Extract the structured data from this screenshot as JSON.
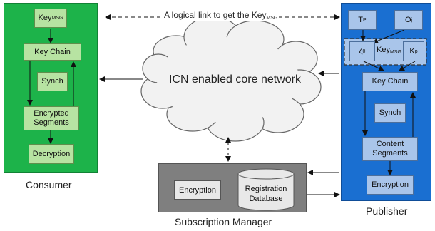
{
  "link_label": {
    "text": "A logical link to get the Key",
    "sub": "MSG"
  },
  "consumer": {
    "title": "Consumer",
    "key_msg": {
      "text": "Key",
      "sub": "MSG"
    },
    "key_chain": "Key Chain",
    "synch": "Synch",
    "encrypted_segments": "Encrypted Segments",
    "decryption": "Decryption"
  },
  "network": {
    "label": "ICN enabled core network"
  },
  "publisher": {
    "title": "Publisher",
    "tp": {
      "text": "T",
      "sub": "P"
    },
    "oj": {
      "text": "O",
      "sub": "j"
    },
    "zeta": {
      "text": "ζ",
      "sub": "0"
    },
    "key_msg": {
      "text": "Key",
      "sub": "MSG"
    },
    "kp": {
      "text": "K",
      "sub": "p"
    },
    "key_chain": "Key Chain",
    "synch": "Synch",
    "content_segments": "Content Segments",
    "encryption": "Encryption"
  },
  "subscription_manager": {
    "title": "Subscription Manager",
    "encryption": "Encryption",
    "registration_db": "Registration Database"
  },
  "colors": {
    "consumer": "#1db34a",
    "publisher": "#1a6fd1",
    "manager": "#7f7f7f"
  }
}
